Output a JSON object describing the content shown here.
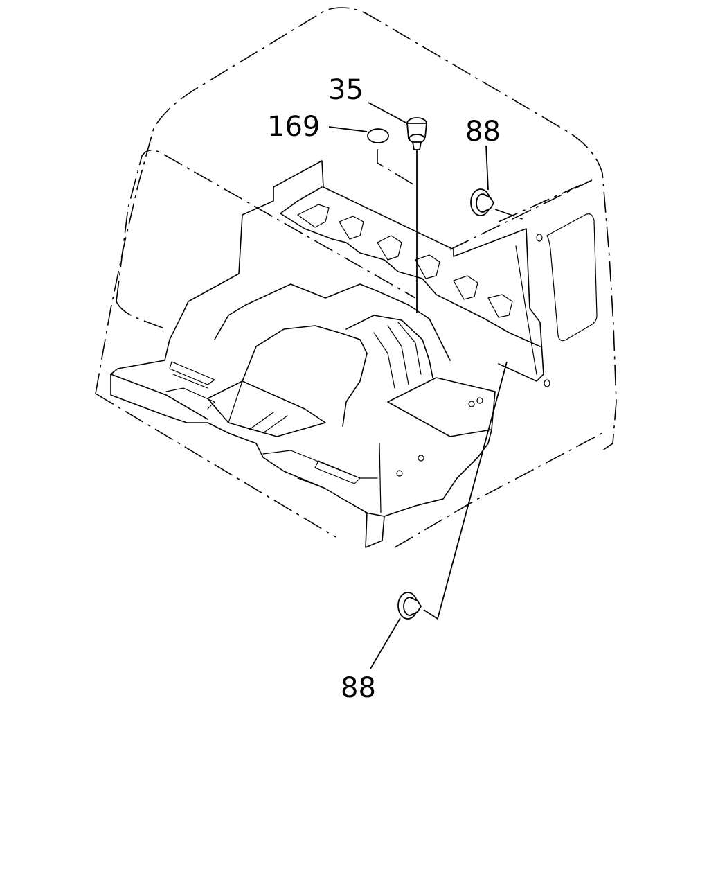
{
  "callouts": [
    {
      "id": "grommet-upper",
      "label": "88"
    },
    {
      "id": "clip",
      "label": "35"
    },
    {
      "id": "plug",
      "label": "169"
    },
    {
      "id": "grommet-lower",
      "label": "88"
    }
  ]
}
